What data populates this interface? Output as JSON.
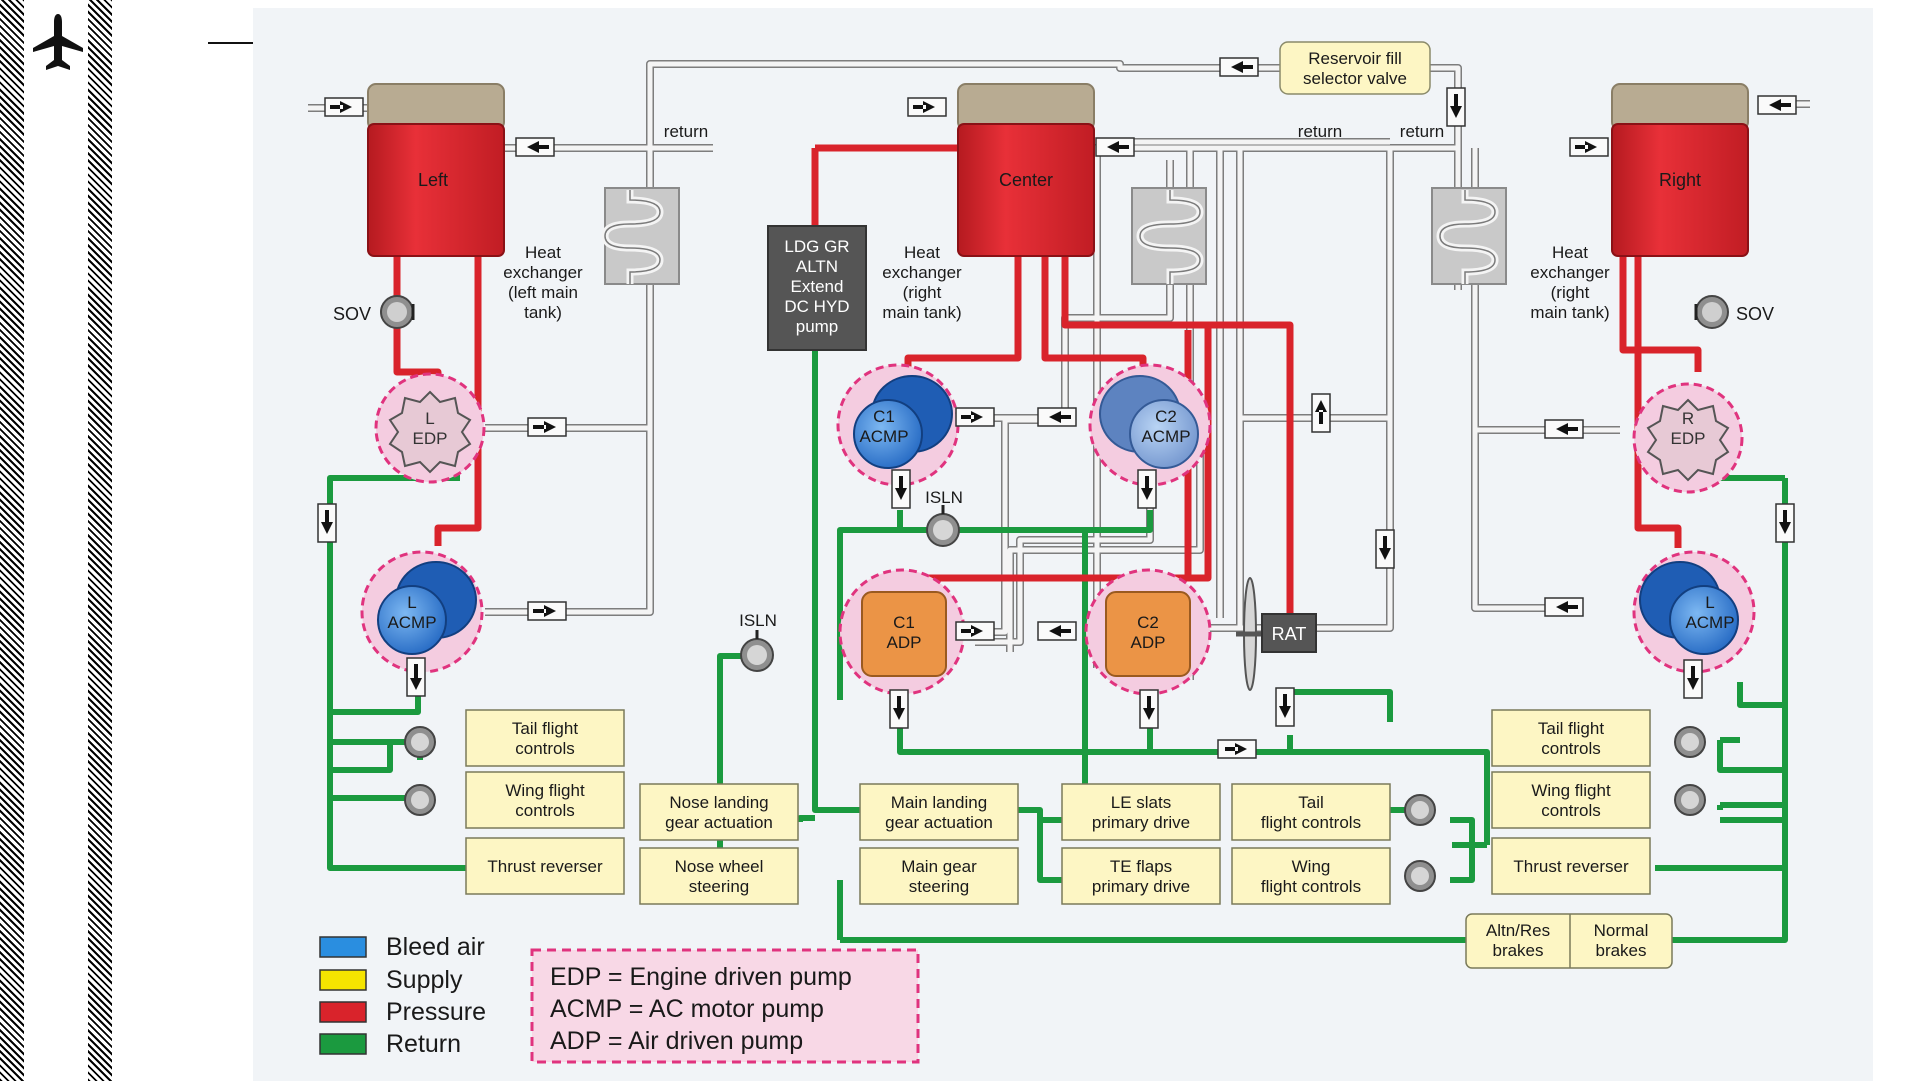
{
  "colors": {
    "pressure": "#d9232b",
    "return": "#1b9a3f",
    "supply_pipe": "#e6e6e6",
    "bleed": "#2a7fdc",
    "box_fill": "#fdf6c4",
    "adp": "#eb9446",
    "dash": "#e0337e",
    "pump_halo": "#f4cce0",
    "tank_cap": "#b8ab92",
    "ldg_pump": "#555555"
  },
  "icons": {
    "airplane": "airplane-icon"
  },
  "tanks": {
    "left": "Left",
    "center": "Center",
    "right": "Right"
  },
  "heat_exchangers": {
    "left": [
      "Heat",
      "exchanger",
      "(left main",
      "tank)"
    ],
    "center": [
      "Heat",
      "exchanger",
      "(right",
      "main tank)"
    ],
    "right": [
      "Heat",
      "exchanger",
      "(right",
      "main tank)"
    ]
  },
  "return_labels": {
    "left": "return",
    "center": "return",
    "right": "return"
  },
  "reservoir_valve": [
    "Reservoir fill",
    "selector valve"
  ],
  "ldg_pump": [
    "LDG GR",
    "ALTN",
    "Extend",
    "DC HYD",
    "pump"
  ],
  "sov": {
    "left": "SOV",
    "right": "SOV"
  },
  "pumps": {
    "l_edp": [
      "L",
      "EDP"
    ],
    "r_edp": [
      "R",
      "EDP"
    ],
    "l_acmp": [
      "L",
      "ACMP"
    ],
    "r_acmp": [
      "L",
      "ACMP"
    ],
    "c1_acmp": [
      "C1",
      "ACMP"
    ],
    "c2_acmp": [
      "C2",
      "ACMP"
    ],
    "c1_adp": [
      "C1",
      "ADP"
    ],
    "c2_adp": [
      "C2",
      "ADP"
    ]
  },
  "isln": {
    "upper": "ISLN",
    "lower": "ISLN"
  },
  "rat": "RAT",
  "users_left": [
    [
      "Tail flight",
      "controls"
    ],
    [
      "Wing flight",
      "controls"
    ],
    [
      "Thrust reverser"
    ]
  ],
  "users_right": [
    [
      "Tail flight",
      "controls"
    ],
    [
      "Wing flight",
      "controls"
    ],
    [
      "Thrust reverser"
    ]
  ],
  "users_center": {
    "nose_gear": [
      "Nose landing",
      "gear actuation"
    ],
    "nose_steer": [
      "Nose wheel",
      "steering"
    ],
    "main_gear": [
      "Main landing",
      "gear actuation"
    ],
    "main_steer": [
      "Main gear",
      "steering"
    ],
    "le_slats": [
      "LE slats",
      "primary drive"
    ],
    "te_flaps": [
      "TE flaps",
      "primary drive"
    ],
    "tail_fc": [
      "Tail",
      "flight controls"
    ],
    "wing_fc": [
      "Wing",
      "flight controls"
    ]
  },
  "brakes": {
    "altn": [
      "Altn/Res",
      "brakes"
    ],
    "normal": [
      "Normal",
      "brakes"
    ]
  },
  "legend": [
    {
      "label": "Bleed air",
      "color": "#2a8ee0"
    },
    {
      "label": "Supply",
      "color": "#f5e400"
    },
    {
      "label": "Pressure",
      "color": "#d9232b"
    },
    {
      "label": "Return",
      "color": "#1b9a3f"
    }
  ],
  "abbrev": [
    "EDP = Engine driven pump",
    "ACMP = AC motor pump",
    "ADP = Air driven pump"
  ]
}
